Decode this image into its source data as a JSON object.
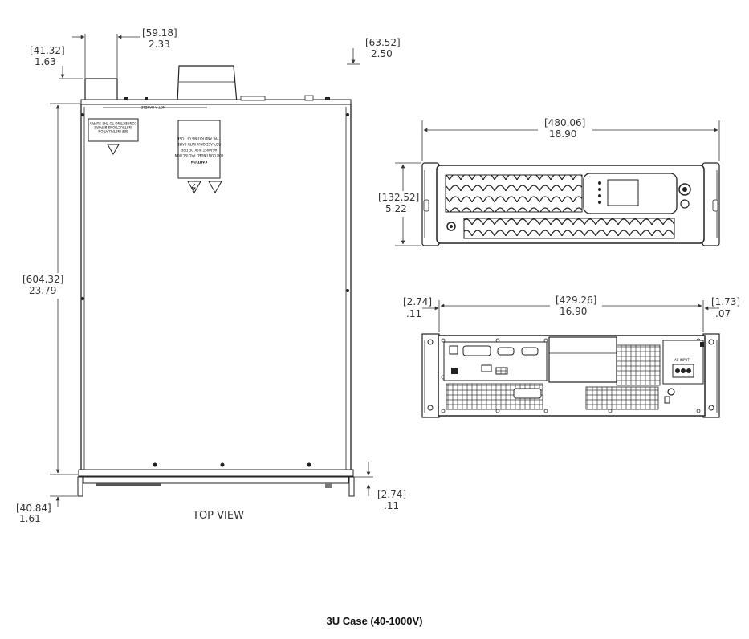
{
  "caption": "3U Case (40-1000V)",
  "top_view": {
    "label": "TOP VIEW",
    "handle_text": "NOT A HANDLE",
    "dims": {
      "handle_height": {
        "mm": "[41.32]",
        "in": "1.63"
      },
      "handle_width": {
        "mm": "[59.18]",
        "in": "2.33"
      },
      "top_protrusion": {
        "mm": "[63.52]",
        "in": "2.50"
      },
      "depth": {
        "mm": "[604.32]",
        "in": "23.79"
      },
      "rear_extension": {
        "mm": "[40.84]",
        "in": "1.61"
      },
      "rear_offset": {
        "mm": "[2.74]",
        "in": ".11"
      }
    },
    "label_sticker_1": [
      "SEE INSTALLATION",
      "INSTRUCTIONS BEFORE",
      "CONNECTING TO THE SUPPLY"
    ],
    "label_sticker_2": [
      "CAUTION",
      "FOR CONTINUED PROTECTION",
      "AGAINST RISK OF FIRE",
      "REPLACE ONLY WITH SAME",
      "TYPE AND RATING OF FUSE"
    ]
  },
  "front_view": {
    "dims": {
      "width": {
        "mm": "[480.06]",
        "in": "18.90"
      },
      "height": {
        "mm": "[132.52]",
        "in": "5.22"
      }
    }
  },
  "rear_view": {
    "ac_input_label": "AC INPUT",
    "dims": {
      "left_ear": {
        "mm": "[2.74]",
        "in": ".11"
      },
      "mount_width": {
        "mm": "[429.26]",
        "in": "16.90"
      },
      "right_ear": {
        "mm": "[1.73]",
        "in": ".07"
      }
    }
  }
}
